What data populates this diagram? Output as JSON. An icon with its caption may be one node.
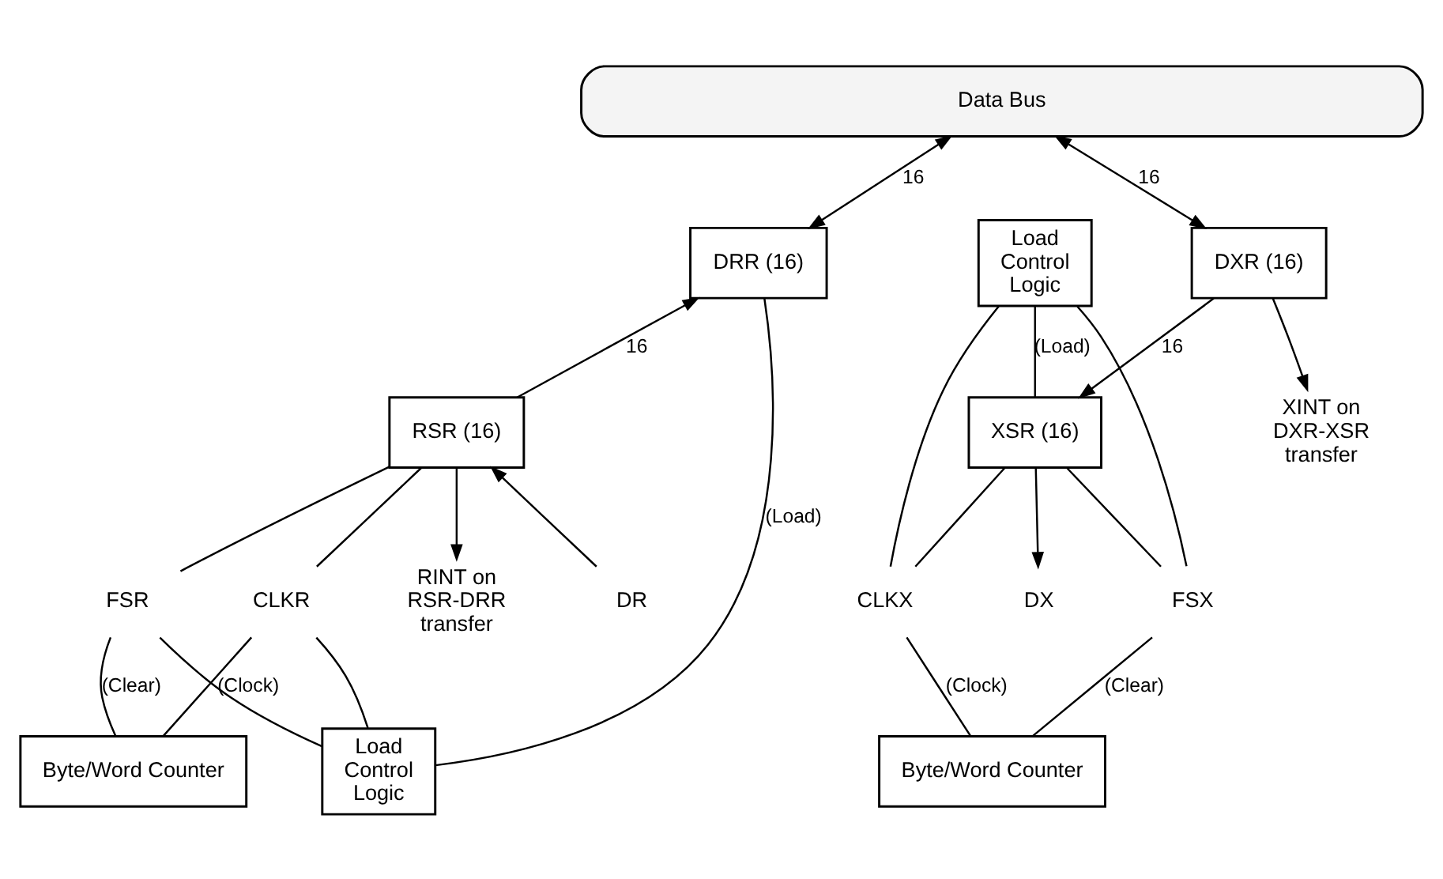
{
  "diagram": {
    "nodes": [
      {
        "text": [
          "Data Bus"
        ]
      },
      {
        "text": [
          "DRR (16)"
        ]
      },
      {
        "text": [
          "Load Control Logic"
        ]
      },
      {
        "text": [
          "RSR (16)"
        ]
      },
      {
        "text": [
          "Byte/Word Counter"
        ]
      },
      {
        "text": [
          "Load Control Logic"
        ]
      },
      {
        "text": [
          "DXR (16)"
        ]
      },
      {
        "text": [
          "XSR (16)"
        ]
      },
      {
        "text": [
          "Byte/Word Counter"
        ]
      },
      {
        "text": [
          "RINT on RSR-DRR transfer"
        ]
      },
      {
        "text": [
          "XINT on DXR-XSR transfer"
        ]
      },
      {
        "text": [
          "DR"
        ]
      },
      {
        "text": [
          "DX"
        ]
      },
      {
        "text": [
          "FSR"
        ]
      },
      {
        "text": [
          "CLKR"
        ]
      },
      {
        "text": [
          "FSX"
        ]
      },
      {
        "text": [
          "CLKX"
        ]
      }
    ],
    "edges": [
      {
        "from": 0,
        "to": 1,
        "arrow": "both",
        "label": "16"
      },
      {
        "from": 3,
        "to": 1,
        "arrow": "to",
        "label": "16"
      },
      {
        "from": 3,
        "to": 9,
        "arrow": "to"
      },
      {
        "from": 2,
        "to": 1,
        "arrow": "none",
        "label": "(Load)"
      },
      {
        "from": 11,
        "to": 3,
        "arrow": "to"
      },
      {
        "from": 13,
        "to": 2,
        "arrow": "none"
      },
      {
        "from": 13,
        "to": 3,
        "arrow": "none"
      },
      {
        "from": 13,
        "to": 4,
        "arrow": "none",
        "label": "(Clear)"
      },
      {
        "from": 14,
        "to": 2,
        "arrow": "none"
      },
      {
        "from": 14,
        "to": 3,
        "arrow": "none"
      },
      {
        "from": 14,
        "to": 4,
        "arrow": "none",
        "label": "(Clock)"
      },
      {
        "from": 0,
        "to": 6,
        "arrow": "both",
        "label": "16"
      },
      {
        "from": 6,
        "to": 7,
        "arrow": "to",
        "label": "16"
      },
      {
        "from": 6,
        "to": 10,
        "arrow": "to"
      },
      {
        "from": 5,
        "to": 7,
        "arrow": "none",
        "label": "(Load)"
      },
      {
        "from": 15,
        "to": 5,
        "arrow": "none"
      },
      {
        "from": 15,
        "to": 7,
        "arrow": "none"
      },
      {
        "from": 15,
        "to": 8,
        "arrow": "none",
        "label": "(Clear)"
      },
      {
        "from": 16,
        "to": 5,
        "arrow": "none"
      },
      {
        "from": 16,
        "to": 7,
        "arrow": "none"
      },
      {
        "from": 16,
        "to": 8,
        "arrow": "none",
        "label": "(Clock)"
      },
      {
        "from": 7,
        "to": 12,
        "arrow": "to"
      }
    ]
  }
}
